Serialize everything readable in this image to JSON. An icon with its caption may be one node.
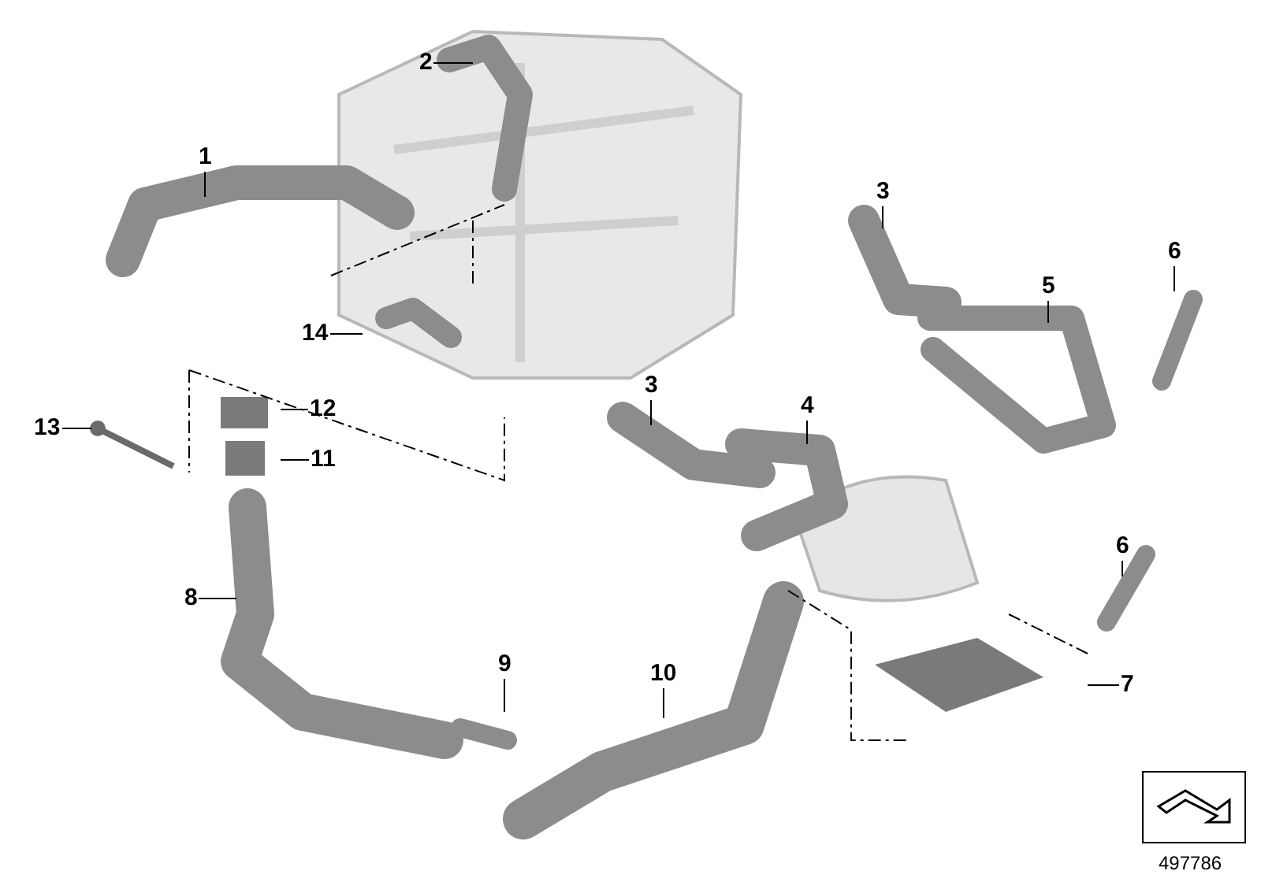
{
  "diagram": {
    "nodes": [
      {
        "text": [
          "2"
        ]
      },
      {
        "text": [
          "1"
        ]
      },
      {
        "text": [
          "3"
        ]
      },
      {
        "text": [
          "6"
        ]
      },
      {
        "text": [
          "5"
        ]
      },
      {
        "text": [
          "14"
        ]
      },
      {
        "text": [
          "3"
        ]
      },
      {
        "text": [
          "4"
        ]
      },
      {
        "text": [
          "12"
        ]
      },
      {
        "text": [
          "13"
        ]
      },
      {
        "text": [
          "11"
        ]
      },
      {
        "text": [
          "6"
        ]
      },
      {
        "text": [
          "8"
        ]
      },
      {
        "text": [
          "7"
        ]
      },
      {
        "text": [
          "10"
        ]
      },
      {
        "text": [
          "9"
        ]
      }
    ],
    "edges": [
      {
        "from": 0,
        "to": null,
        "arrow": "none"
      },
      {
        "from": 1,
        "to": null,
        "arrow": "none"
      },
      {
        "from": 2,
        "to": null,
        "arrow": "none"
      },
      {
        "from": 3,
        "to": null,
        "arrow": "none"
      },
      {
        "from": 4,
        "to": null,
        "arrow": "none"
      },
      {
        "from": 5,
        "to": null,
        "arrow": "none"
      },
      {
        "from": 6,
        "to": null,
        "arrow": "none"
      },
      {
        "from": 7,
        "to": null,
        "arrow": "none"
      },
      {
        "from": 8,
        "to": null,
        "arrow": "none"
      },
      {
        "from": 9,
        "to": null,
        "arrow": "none"
      },
      {
        "from": 10,
        "to": null,
        "arrow": "none"
      },
      {
        "from": 11,
        "to": null,
        "arrow": "none"
      },
      {
        "from": 12,
        "to": null,
        "arrow": "none"
      },
      {
        "from": 13,
        "to": null,
        "arrow": "none"
      },
      {
        "from": 14,
        "to": null,
        "arrow": "none"
      },
      {
        "from": 15,
        "to": null,
        "arrow": "none"
      }
    ],
    "labels": [
      "497786"
    ]
  }
}
